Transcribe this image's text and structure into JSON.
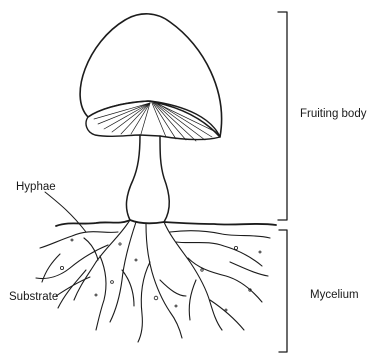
{
  "labels": {
    "fruiting_body": "Fruiting body",
    "mycelium": "Mycelium",
    "hyphae": "Hyphae",
    "substrate": "Substrate"
  },
  "colors": {
    "ink": "#1c1c1c",
    "background": "#ffffff"
  }
}
